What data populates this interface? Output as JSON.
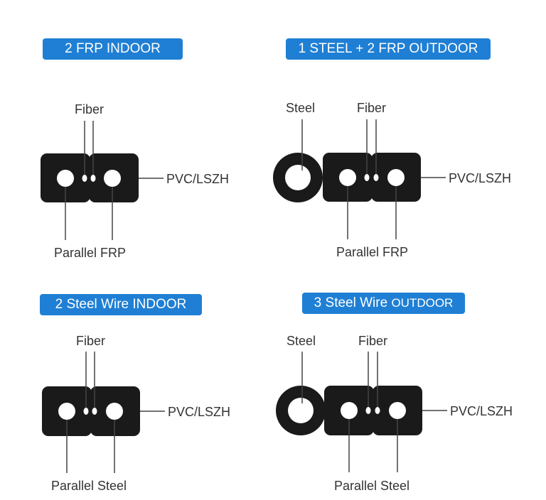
{
  "colors": {
    "badge": "#1f7fd4",
    "cable": "#1a1a1a",
    "text": "#333333"
  },
  "panels": [
    {
      "title": "2 FRP INDOOR",
      "labels": {
        "fiber": "Fiber",
        "jacket": "PVC/LSZH",
        "member": "Parallel FRP"
      }
    },
    {
      "title": "1 STEEL + 2 FRP OUTDOOR",
      "labels": {
        "steel": "Steel",
        "fiber": "Fiber",
        "jacket": "PVC/LSZH",
        "member": "Parallel FRP"
      }
    },
    {
      "title": "2 Steel Wire INDOOR",
      "labels": {
        "fiber": "Fiber",
        "jacket": "PVC/LSZH",
        "member": "Parallel Steel"
      }
    },
    {
      "title_main": "3 Steel Wire",
      "title_suffix": "OUTDOOR",
      "labels": {
        "steel": "Steel",
        "fiber": "Fiber",
        "jacket": "PVC/LSZH",
        "member": "Parallel Steel"
      }
    }
  ]
}
